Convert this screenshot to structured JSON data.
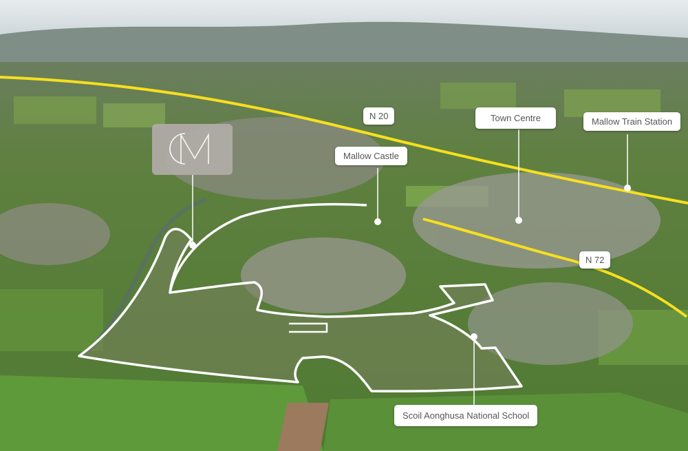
{
  "map": {
    "logo_monogram": "CM",
    "markers": {
      "mallow_castle": "Mallow Castle",
      "town_centre": "Town Centre",
      "train_station": "Mallow Train Station",
      "school": "Scoil Aonghusa National School"
    },
    "roads": {
      "n20": "N 20",
      "n72": "N 72"
    },
    "colors": {
      "road_highlight": "#f7df1e",
      "site_outline": "#ffffff",
      "label_bg": "#ffffff",
      "label_text": "#555555",
      "logo_bg": "#b0aba6"
    }
  }
}
